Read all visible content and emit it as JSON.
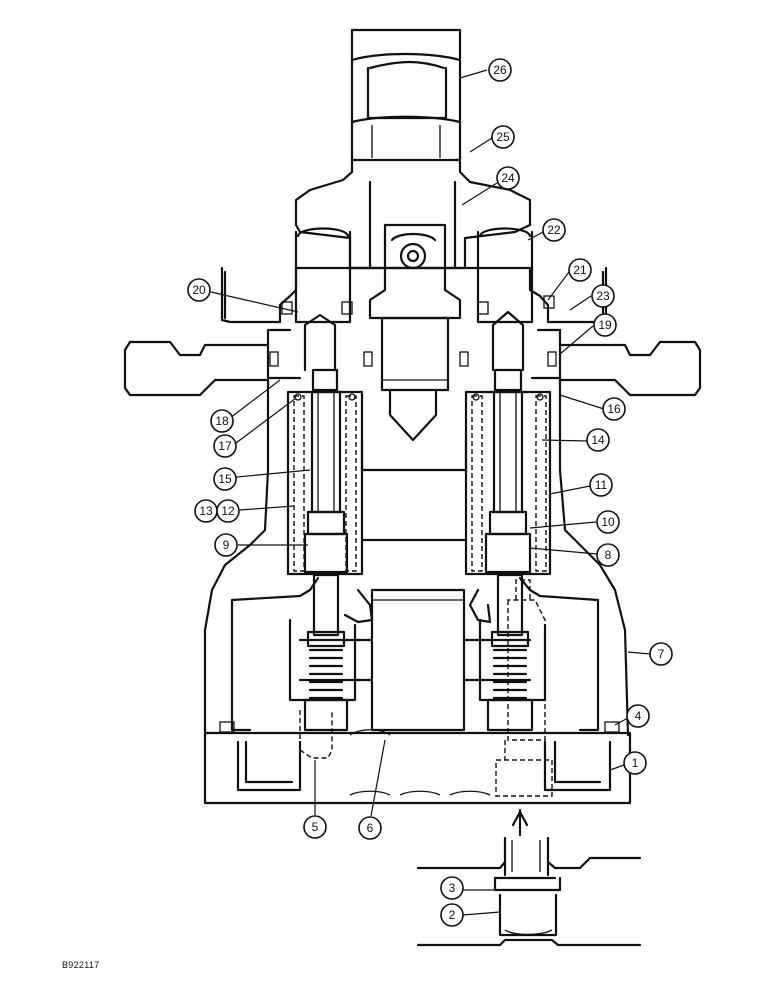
{
  "diagram": {
    "drawing_id": "B922117",
    "callouts": [
      {
        "id": "c1",
        "label": "1"
      },
      {
        "id": "c2",
        "label": "2"
      },
      {
        "id": "c3",
        "label": "3"
      },
      {
        "id": "c4",
        "label": "4"
      },
      {
        "id": "c5",
        "label": "5"
      },
      {
        "id": "c6",
        "label": "6"
      },
      {
        "id": "c7",
        "label": "7"
      },
      {
        "id": "c8",
        "label": "8"
      },
      {
        "id": "c9",
        "label": "9"
      },
      {
        "id": "c10",
        "label": "10"
      },
      {
        "id": "c11",
        "label": "11"
      },
      {
        "id": "c12",
        "label": "12"
      },
      {
        "id": "c13",
        "label": "13"
      },
      {
        "id": "c14",
        "label": "14"
      },
      {
        "id": "c15",
        "label": "15"
      },
      {
        "id": "c16",
        "label": "16"
      },
      {
        "id": "c17",
        "label": "17"
      },
      {
        "id": "c18",
        "label": "18"
      },
      {
        "id": "c19",
        "label": "19"
      },
      {
        "id": "c20",
        "label": "20"
      },
      {
        "id": "c21",
        "label": "21"
      },
      {
        "id": "c22",
        "label": "22"
      },
      {
        "id": "c23",
        "label": "23"
      },
      {
        "id": "c24",
        "label": "24"
      },
      {
        "id": "c25",
        "label": "25"
      },
      {
        "id": "c26",
        "label": "26"
      }
    ]
  }
}
